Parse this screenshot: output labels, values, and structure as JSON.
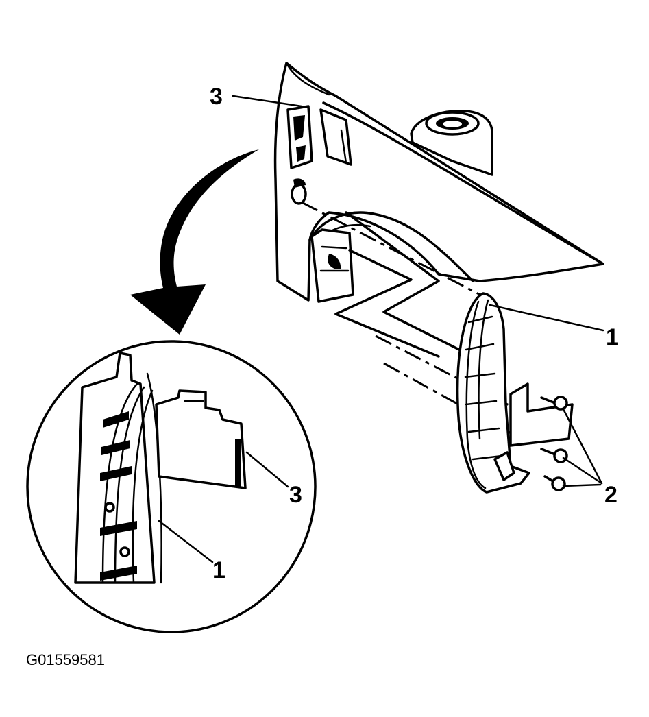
{
  "figure_id": "G01559581",
  "callouts": {
    "top_3": "3",
    "right_1": "1",
    "right_2": "2",
    "detail_3": "3",
    "detail_1": "1"
  },
  "colors": {
    "ink": "#000000",
    "paper": "#ffffff"
  },
  "icons": [
    "curved-arrow-icon"
  ]
}
